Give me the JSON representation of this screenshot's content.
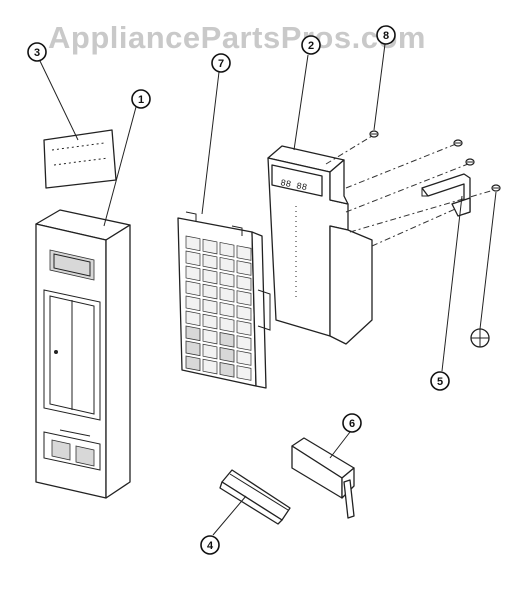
{
  "watermark": {
    "text": "AppliancePartsPros.com"
  },
  "callouts": [
    {
      "id": "1",
      "label": "1"
    },
    {
      "id": "2",
      "label": "2"
    },
    {
      "id": "3",
      "label": "3"
    },
    {
      "id": "4",
      "label": "4"
    },
    {
      "id": "5",
      "label": "5"
    },
    {
      "id": "6",
      "label": "6"
    },
    {
      "id": "7",
      "label": "7"
    },
    {
      "id": "8",
      "label": "8"
    }
  ],
  "display_readout": "88 88",
  "colors": {
    "line": "#222222",
    "watermark": "#c9c9c9",
    "background": "#ffffff"
  }
}
